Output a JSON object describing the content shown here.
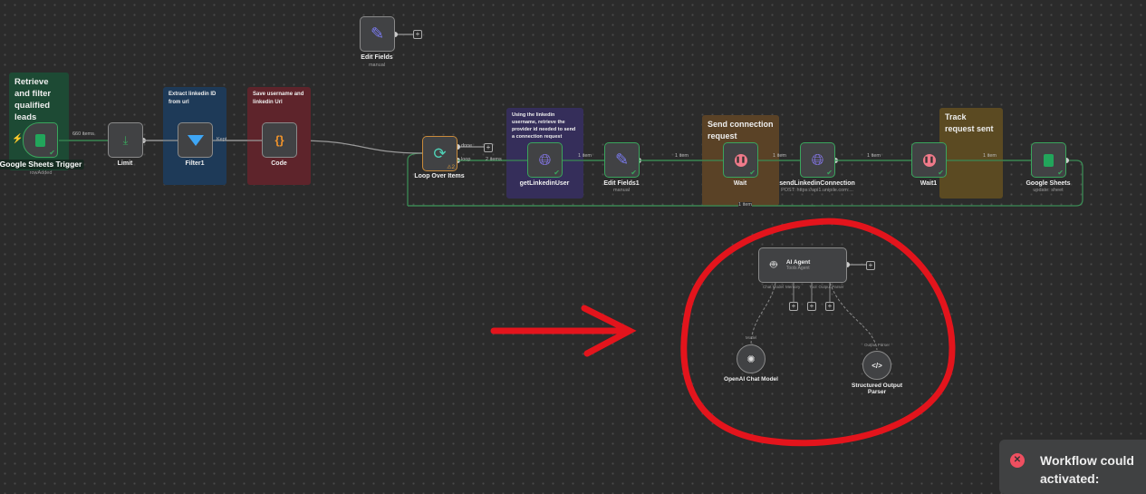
{
  "stickies": {
    "retrieve": "Retrieve and filter qualified leads",
    "extract": "Extract linkedin ID from url",
    "save": "Save username and linkedin Url",
    "using": "Using the linkedin username, retrieve the provider id needed to send a connection request",
    "send": "Send connection request",
    "track": "Track request sent"
  },
  "nodes": {
    "edit_fields": {
      "label": "Edit Fields",
      "sub": "manual"
    },
    "gs_trigger": {
      "label": "Google Sheets Trigger",
      "sub": "rowAdded"
    },
    "limit": {
      "label": "Limit"
    },
    "filter": {
      "label": "Filter1"
    },
    "code": {
      "label": "Code"
    },
    "loop": {
      "label": "Loop Over Items",
      "badge": "⚠2",
      "done": "done",
      "loop": "loop"
    },
    "get_user": {
      "label": "getLinkedinUser"
    },
    "edit_fields1": {
      "label": "Edit Fields1",
      "sub": "manual"
    },
    "wait": {
      "label": "Wait"
    },
    "send_conn": {
      "label": "sendLinkedinConnection",
      "sub": "POST: https://api1.unipile.com:..."
    },
    "wait1": {
      "label": "Wait1"
    },
    "gsheets": {
      "label": "Google Sheets",
      "sub": "update: sheet"
    },
    "ai_agent": {
      "label": "AI Agent",
      "sub": "Tools Agent",
      "ports": [
        "Chat Model",
        "Memory",
        "Tool",
        "Output Parser"
      ]
    },
    "openai": {
      "label": "OpenAI Chat Model",
      "port": "Model"
    },
    "parser": {
      "label": "Structured Output Parser",
      "port": "Output Parser"
    }
  },
  "edges": {
    "e1": "660 items",
    "e_filter": "Kept",
    "e_loop": "2 items",
    "e2": "1 item",
    "e3": "1 item",
    "e4": "1 item",
    "e5": "1 item",
    "e6": "1 item",
    "back": "1 item"
  },
  "toast": {
    "title": "Workflow could",
    "line2": "activated:",
    "icon": "error-x-icon",
    "color": "#ef4f60"
  },
  "colors": {
    "success": "#3aa55d",
    "annotation": "#e3141c"
  }
}
